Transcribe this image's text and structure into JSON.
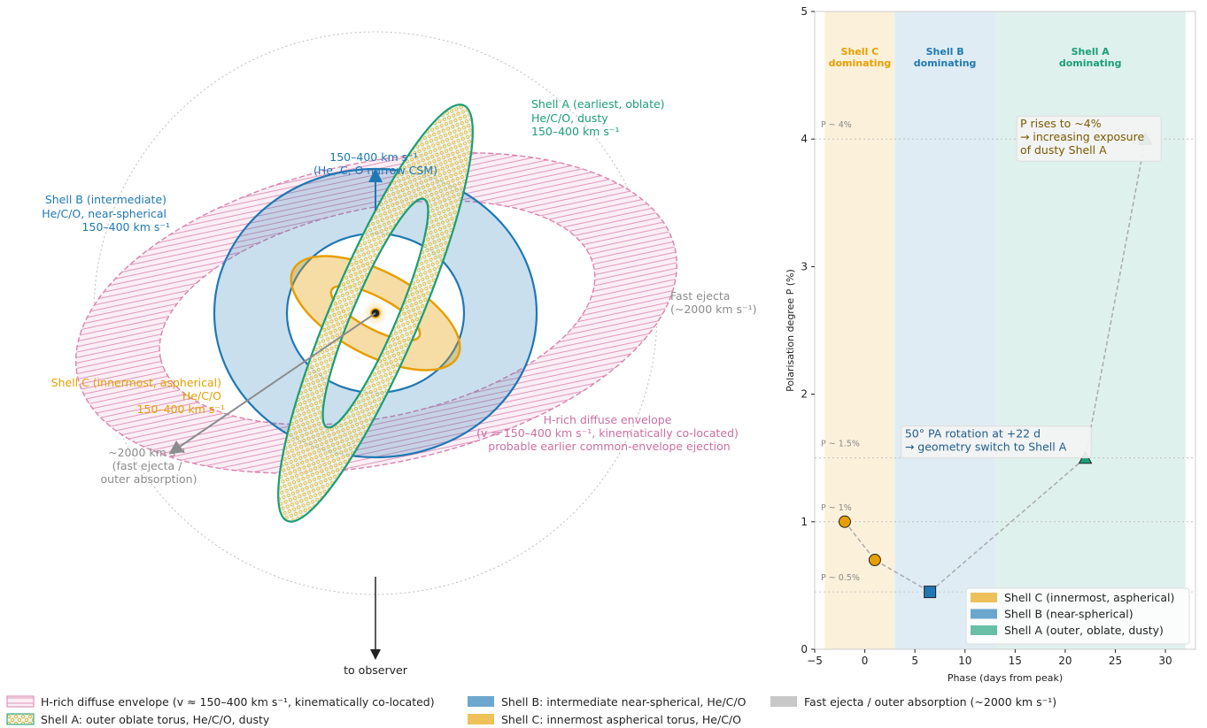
{
  "diagram": {
    "shell_a_label": [
      "Shell A  (earliest, oblate)",
      "He/C/O, dusty",
      "150–400 km s⁻¹"
    ],
    "shell_b_label": [
      "Shell B  (intermediate)",
      "He/C/O, near-spherical",
      "150–400 km s⁻¹"
    ],
    "shell_c_label": [
      "Shell C  (innermost, aspherical)",
      "He/C/O",
      "150–400 km s⁻¹"
    ],
    "csm_label": [
      "150–400 km s⁻¹",
      "(He, C, O narrow CSM)"
    ],
    "fast_ejecta_label": [
      "Fast ejecta",
      "(~2000 km s⁻¹)"
    ],
    "fast_arrow_label": [
      "~2000 km s⁻¹",
      "(fast ejecta /",
      "outer absorption)"
    ],
    "envelope_label": [
      "H-rich diffuse envelope",
      "(v ≈ 150–400 km s⁻¹, kinematically co-located)",
      "probable earlier common-envelope ejection"
    ],
    "observer_label": "to observer"
  },
  "colors": {
    "shell_a": "#1a9e77",
    "shell_b": "#1f78b4",
    "shell_c": "#e69f00",
    "envelope": "#d982ad",
    "fast": "#8c8c8c"
  },
  "chart_data": {
    "type": "scatter",
    "xlabel": "Phase (days from peak)",
    "ylabel": "Polarisation degree  P (%)",
    "xlim": [
      -5,
      33
    ],
    "ylim": [
      0,
      5
    ],
    "x_ticks": [
      "−5",
      "0",
      "5",
      "10",
      "15",
      "20",
      "25",
      "30"
    ],
    "x_tick_values": [
      -5,
      0,
      5,
      10,
      15,
      20,
      25,
      30
    ],
    "y_ticks": [
      "0",
      "1",
      "2",
      "3",
      "4",
      "5"
    ],
    "y_tick_values": [
      0,
      1,
      2,
      3,
      4,
      5
    ],
    "bands": [
      {
        "from": -4,
        "to": 3,
        "label": [
          "Shell C",
          "dominating"
        ],
        "color": "#e69f00"
      },
      {
        "from": 3,
        "to": 13,
        "label": [
          "Shell B",
          "dominating"
        ],
        "color": "#1f78b4"
      },
      {
        "from": 13,
        "to": 32,
        "label": [
          "Shell A",
          "dominating"
        ],
        "color": "#1a9e77"
      }
    ],
    "reference_lines": [
      {
        "y": 4,
        "label": "P ~ 4%"
      },
      {
        "y": 1.5,
        "label": "P ~ 1.5%"
      },
      {
        "y": 1,
        "label": "P ~ 1%"
      },
      {
        "y": 0.45,
        "label": "P ~ 0.5%"
      }
    ],
    "points": [
      {
        "x": -2,
        "y": 1.0,
        "shell": "C",
        "marker": "circle"
      },
      {
        "x": 1,
        "y": 0.7,
        "shell": "C",
        "marker": "circle"
      },
      {
        "x": 6.5,
        "y": 0.45,
        "shell": "B",
        "marker": "square"
      },
      {
        "x": 22,
        "y": 1.5,
        "shell": "A",
        "marker": "triangle"
      },
      {
        "x": 28,
        "y": 4.0,
        "shell": "A",
        "marker": "triangle"
      }
    ],
    "annotations": [
      {
        "x": 15.5,
        "y": 4.0,
        "lines": [
          "P rises to ~4%",
          "→ increasing exposure",
          "of dusty Shell A"
        ],
        "color": "#7a5a00"
      },
      {
        "x": 4,
        "y": 1.57,
        "lines": [
          "50° PA rotation at +22 d",
          "→ geometry switch to Shell A"
        ],
        "color": "#1f5f8b"
      }
    ],
    "legend": [
      {
        "label": "Shell C (innermost, aspherical)",
        "color": "#e69f00"
      },
      {
        "label": "Shell B (near-spherical)",
        "color": "#1f78b4"
      },
      {
        "label": "Shell A (outer, oblate, dusty)",
        "color": "#1a9e77"
      }
    ],
    "legend_position": "lower-right"
  },
  "figure_legend": [
    {
      "label": "H-rich diffuse envelope (v ≈ 150–400 km s⁻¹, kinematically co-located)",
      "swatch": "envelope"
    },
    {
      "label": "Shell B: intermediate near-spherical, He/C/O",
      "swatch": "shell_b"
    },
    {
      "label": "Fast ejecta / outer absorption (~2000 km s⁻¹)",
      "swatch": "fast"
    },
    {
      "label": "Shell A: outer oblate torus, He/C/O, dusty",
      "swatch": "shell_a"
    },
    {
      "label": "Shell C: innermost aspherical torus, He/C/O",
      "swatch": "shell_c"
    }
  ]
}
